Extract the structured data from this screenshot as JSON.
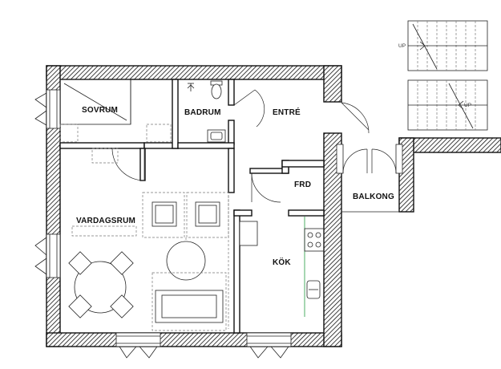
{
  "rooms": {
    "sovrum": "SOVRUM",
    "badrum": "BADRUM",
    "entre": "ENTRÉ",
    "frd": "FRD",
    "balkong": "BALKONG",
    "vardagsrum": "VARDAGSRUM",
    "kok": "KÖK"
  },
  "stairs": {
    "top_label": "UP",
    "bottom_label": "UP"
  },
  "colors": {
    "wall_stroke": "#111111",
    "kitchen_counter": "#3aa655"
  }
}
